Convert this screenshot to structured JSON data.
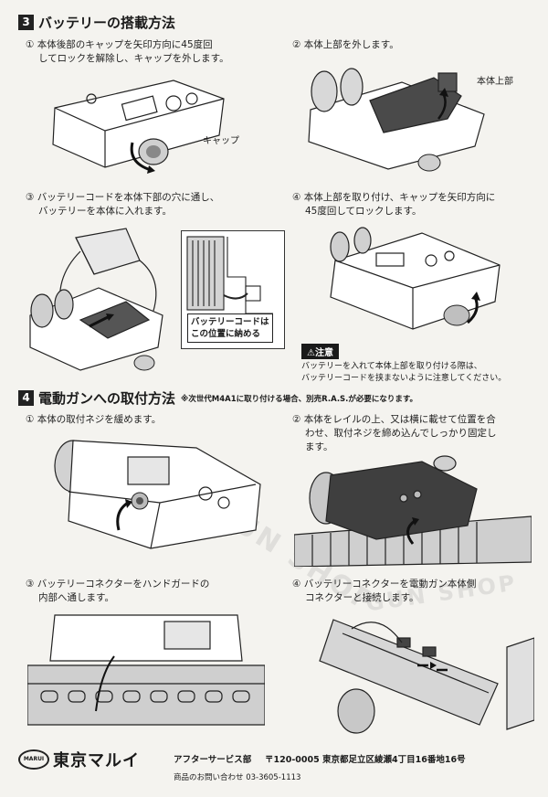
{
  "section3": {
    "num": "3",
    "title": "バッテリーの搭載方法",
    "steps": [
      {
        "n": "①",
        "l1": "本体後部のキャップを矢印方向に45度回",
        "l2": "してロックを解除し、キャップを外します。"
      },
      {
        "n": "②",
        "l1": "本体上部を外します。"
      },
      {
        "n": "③",
        "l1": "バッテリーコードを本体下部の穴に通し、",
        "l2": "バッテリーを本体に入れます。"
      },
      {
        "n": "④",
        "l1": "本体上部を取り付け、キャップを矢印方向に",
        "l2": "45度回してロックします。"
      }
    ],
    "callouts": {
      "cap": "キャップ",
      "upper": "本体上部"
    },
    "inset_label": {
      "l1": "バッテリーコードは",
      "l2": "この位置に納める"
    },
    "caution": {
      "badge": "⚠注意",
      "l1": "バッテリーを入れて本体上部を取り付ける際は、",
      "l2": "バッテリーコードを挟まないように注意してください。"
    }
  },
  "section4": {
    "num": "4",
    "title": "電動ガンへの取付方法",
    "note": "※次世代M4A1に取り付ける場合、別売R.A.S.が必要になります。",
    "steps": [
      {
        "n": "①",
        "l1": "本体の取付ネジを緩めます。"
      },
      {
        "n": "②",
        "l1": "本体をレイルの上、又は横に載せて位置を合",
        "l2": "わせ、取付ネジを締め込んでしっかり固定し",
        "l3": "ます。"
      },
      {
        "n": "③",
        "l1": "バッテリーコネクターをハンドガードの",
        "l2": "内部へ通します。"
      },
      {
        "n": "④",
        "l1": "バッテリーコネクターを電動ガン本体側",
        "l2": "コネクターと接続します。"
      }
    ]
  },
  "footer": {
    "logo": "MARUI",
    "brand": "東京マルイ",
    "after_service": "アフターサービス部",
    "address": "〒120-0005 東京都足立区綾瀬4丁目16番地16号",
    "contact": "商品のお問い合わせ 03-3605-1113"
  },
  "watermark": {
    "l1": "SHOP GUN SHOP",
    "l2": "GUN SHOP"
  }
}
